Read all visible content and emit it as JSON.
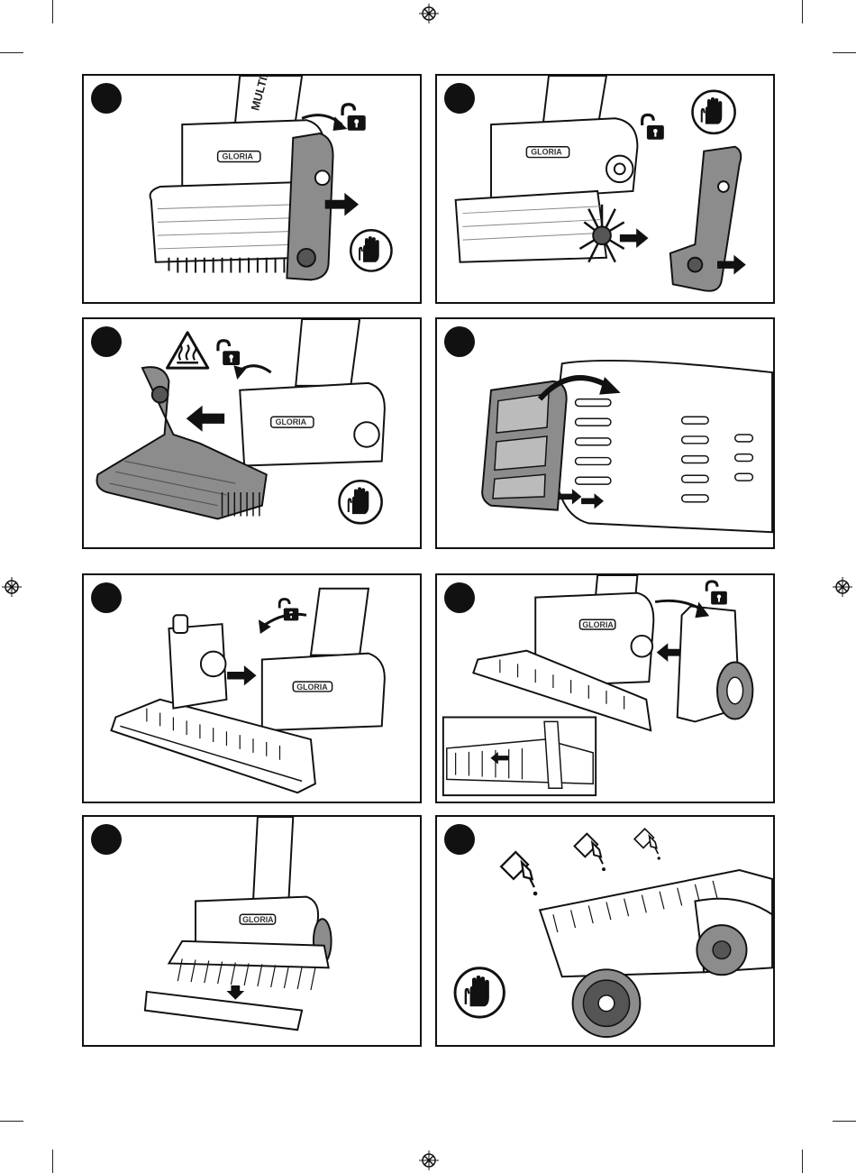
{
  "page": {
    "title": ""
  },
  "labels": {
    "gloria_logo": "GLORIA",
    "multibrush_text": "MULTIBRUSH"
  },
  "colors": {
    "line": "#111111",
    "part_grey": "#8c8c8c",
    "part_dark": "#555555",
    "background": "#ffffff"
  },
  "steps": [
    {
      "icons": [
        "unlock-icon",
        "arrow-right-icon",
        "glove-icon"
      ],
      "part": "side-cover-removal"
    },
    {
      "icons": [
        "unlock-icon",
        "glove-icon",
        "arrow-right-icon"
      ],
      "part": "brush-roller-removal"
    },
    {
      "icons": [
        "hot-surface-warning-icon",
        "unlock-icon",
        "arrow-left-icon",
        "glove-icon"
      ],
      "part": "hood-removal"
    },
    {
      "icons": [
        "curved-arrow-icon"
      ],
      "part": "filter-removal"
    },
    {
      "icons": [
        "unlock-icon",
        "arrow-right-icon"
      ],
      "part": "squeegee-attach"
    },
    {
      "icons": [
        "unlock-icon",
        "arrow-left-icon"
      ],
      "part": "wheel-unit-attach"
    },
    {
      "icons": [
        "arrow-down-icon"
      ],
      "part": "squeegee-blade-removal"
    },
    {
      "icons": [
        "oil-bottle-icon",
        "glove-icon"
      ],
      "part": "lubrication"
    }
  ]
}
